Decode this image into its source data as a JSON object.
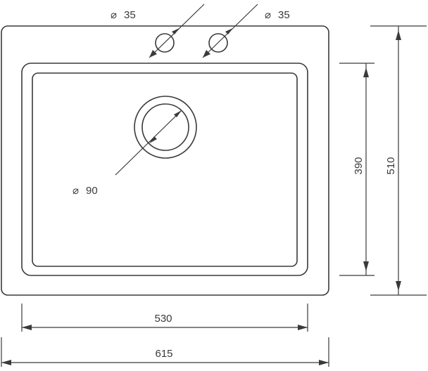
{
  "dimensions": {
    "width_total": "615",
    "width_bowl": "530",
    "height_total": "510",
    "height_bowl": "390"
  },
  "holes": {
    "tap_left": "35",
    "tap_right": "35",
    "drain": "90",
    "diameter_symbol": "⌀"
  }
}
